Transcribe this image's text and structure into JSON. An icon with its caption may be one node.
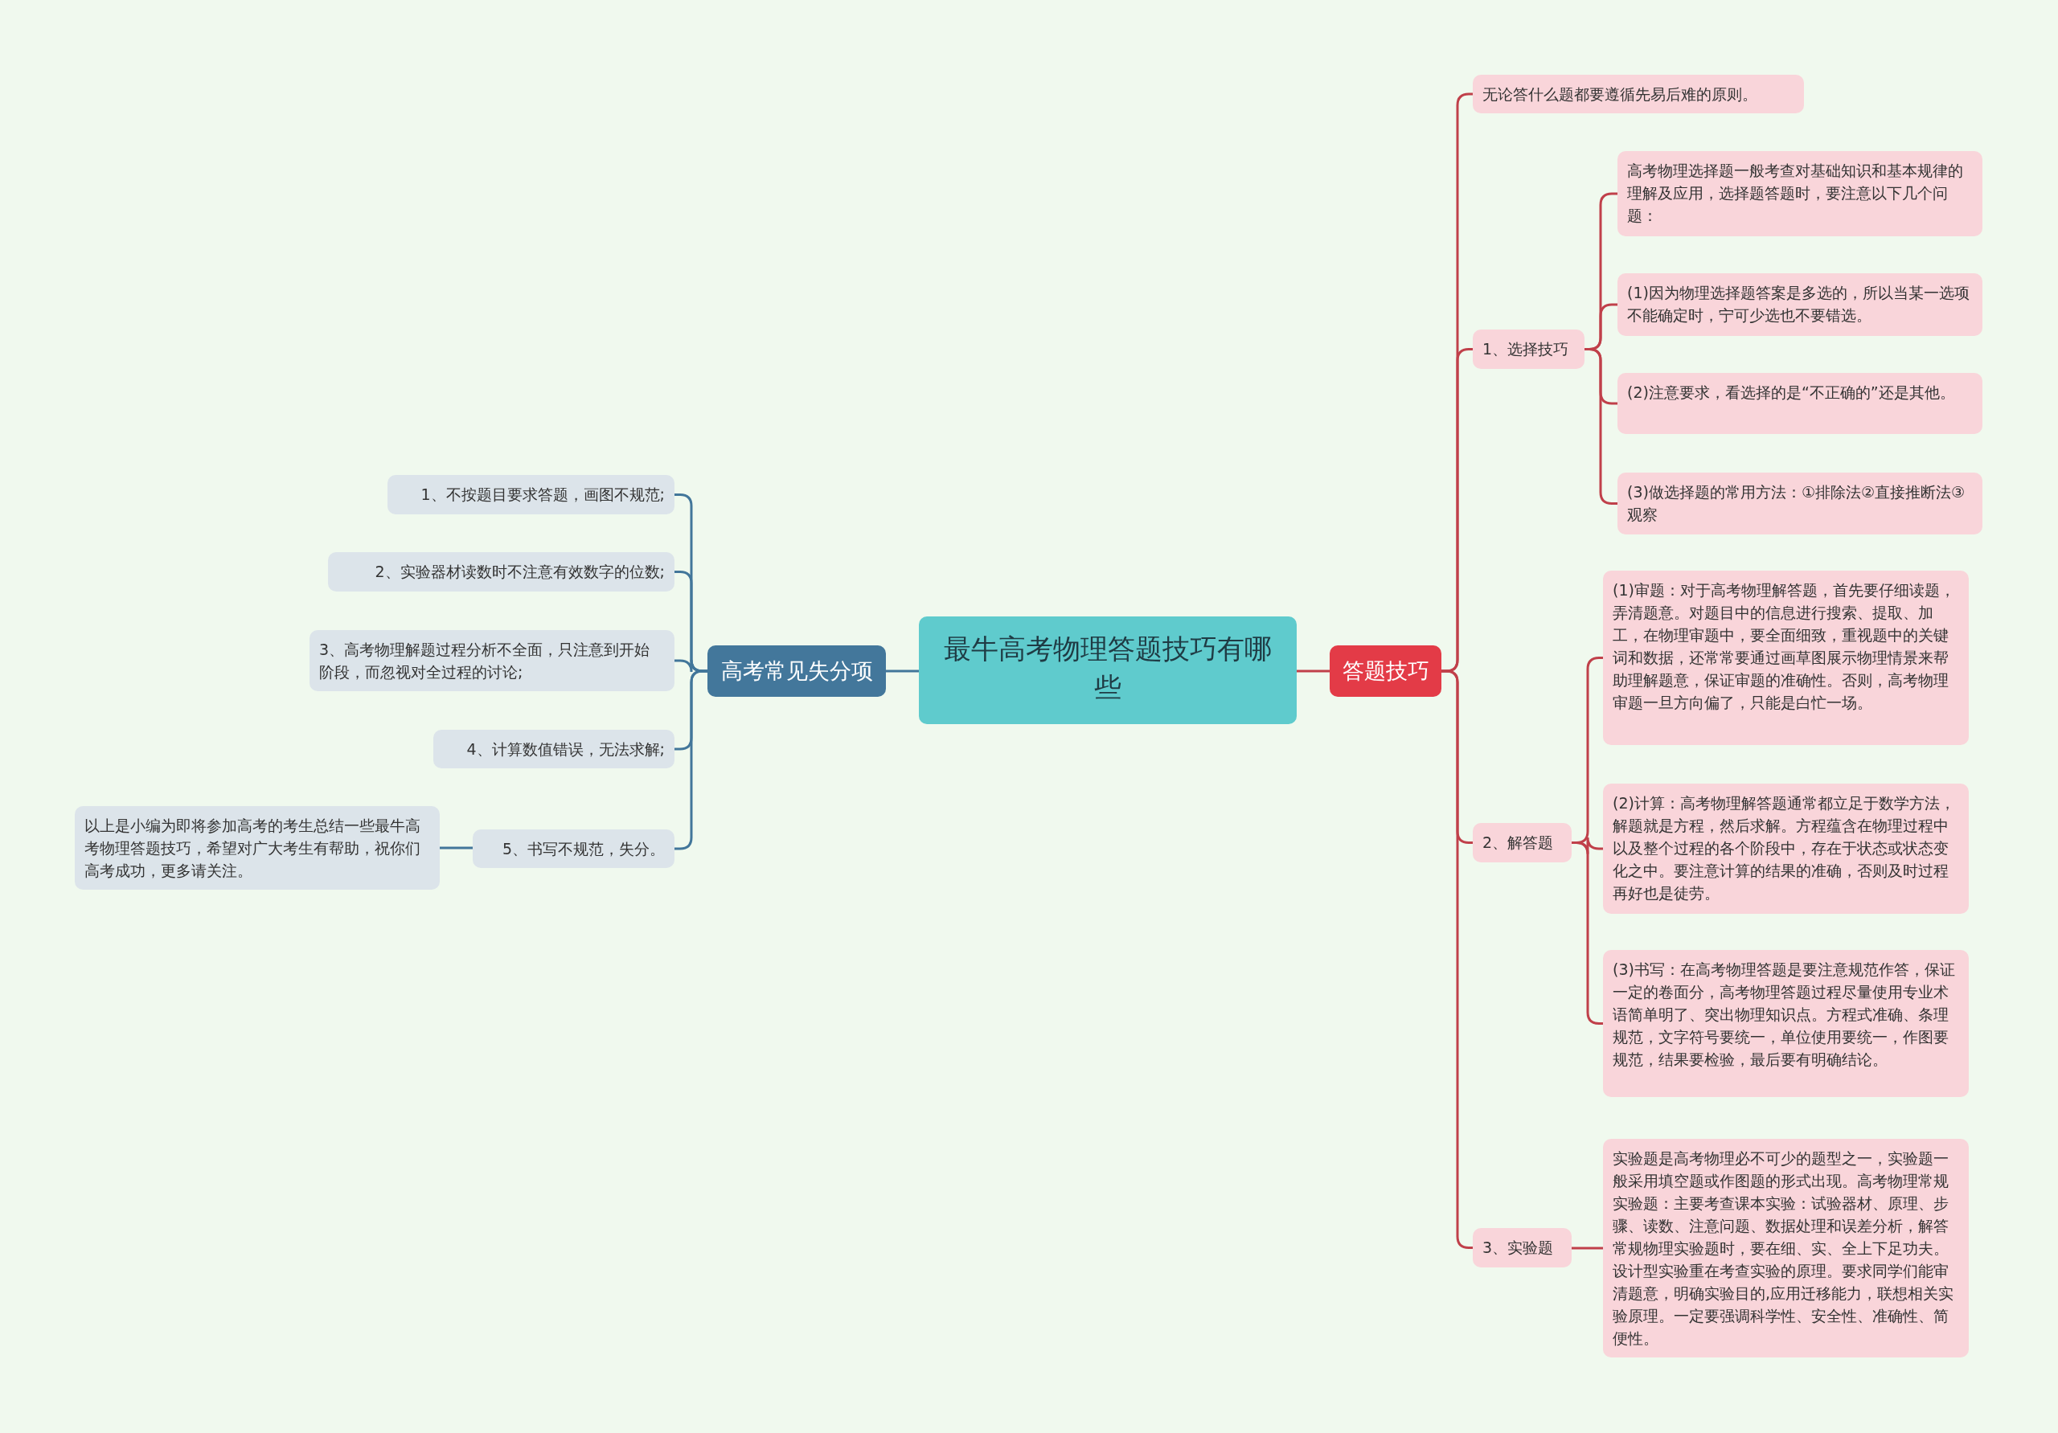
{
  "diagram": {
    "nodes": [
      {
        "text": [
          "最牛高考物理答题技巧有哪些"
        ]
      },
      {
        "text": [
          "答题技巧"
        ]
      },
      {
        "text": [
          "无论答什么题都要遵循先易后难的原则。"
        ]
      },
      {
        "text": [
          "1、选择技巧"
        ]
      },
      {
        "text": [
          "高考物理选择题一般考查对基础知识和基本规律的理解及应用，选择题答题时，要注意以下几个问题："
        ]
      },
      {
        "text": [
          "(1)因为物理选择题答案是多选的，所以当某一选项不能确定时，宁可少选也不要错选。"
        ]
      },
      {
        "text": [
          "(2)注意要求，看选择的是“不正确的”还是其他。"
        ]
      },
      {
        "text": [
          "(3)做选择题的常用方法：①排除法②直接推断法③观察"
        ]
      },
      {
        "text": [
          "2、解答题"
        ]
      },
      {
        "text": [
          "(1)审题：对于高考物理解答题，首先要仔细读题，弄清题意。对题目中的信息进行搜索、提取、加工，在物理审题中，要全面细致，重视题中的关键词和数据，还常常要通过画草图展示物理情景来帮助理解题意，保证审题的准确性。否则，高考物理审题一旦方向偏了，只能是白忙一场。"
        ]
      },
      {
        "text": [
          "(2)计算：高考物理解答题通常都立足于数学方法，解题就是方程，然后求解。方程蕴含在物理过程中以及整个过程的各个阶段中，存在于状态或状态变化之中。要注意计算的结果的准确，否则及时过程再好也是徒劳。"
        ]
      },
      {
        "text": [
          "(3)书写：在高考物理答题是要注意规范作答，保证一定的卷面分，高考物理答题过程尽量使用专业术语简单明了、突出物理知识点。方程式准确、条理规范，文字符号要统一，单位使用要统一，作图要规范，结果要检验，最后要有明确结论。"
        ]
      },
      {
        "text": [
          "3、实验题"
        ]
      },
      {
        "text": [
          "实验题是高考物理必不可少的题型之一，实验题一般采用填空题或作图题的形式出现。高考物理常规实验题：主要考查课本实验：试验器材、原理、步骤、读数、注意问题、数据处理和误差分析，解答常规物理实验题时，要在细、实、全上下足功夫。设计型实验重在考查实验的原理。要求同学们能审清题意，明确实验目的,应用迁移能力，联想相关实验原理。一定要强调科学性、安全性、准确性、简便性。"
        ]
      },
      {
        "text": [
          "高考常见失分项"
        ]
      },
      {
        "text": [
          "1、不按题目要求答题，画图不规范;"
        ]
      },
      {
        "text": [
          "2、实验器材读数时不注意有效数字的位数;"
        ]
      },
      {
        "text": [
          "3、高考物理解题过程分析不全面，只注意到开始阶段，而忽视对全过程的讨论;"
        ]
      },
      {
        "text": [
          "4、计算数值错误，无法求解;"
        ]
      },
      {
        "text": [
          "5、书写不规范，失分。"
        ]
      },
      {
        "text": [
          "以上是小编为即将参加高考的考生总结一些最牛高考物理答题技巧，希望对广大考生有帮助，祝你们高考成功，更多请关注。"
        ]
      }
    ],
    "edges": [
      {
        "from": 0,
        "to": 1,
        "arrow": "none"
      },
      {
        "from": 1,
        "to": 2,
        "arrow": "none"
      },
      {
        "from": 1,
        "to": 3,
        "arrow": "none"
      },
      {
        "from": 3,
        "to": 4,
        "arrow": "none"
      },
      {
        "from": 3,
        "to": 5,
        "arrow": "none"
      },
      {
        "from": 3,
        "to": 6,
        "arrow": "none"
      },
      {
        "from": 3,
        "to": 7,
        "arrow": "none"
      },
      {
        "from": 1,
        "to": 8,
        "arrow": "none"
      },
      {
        "from": 8,
        "to": 9,
        "arrow": "none"
      },
      {
        "from": 8,
        "to": 10,
        "arrow": "none"
      },
      {
        "from": 8,
        "to": 11,
        "arrow": "none"
      },
      {
        "from": 1,
        "to": 12,
        "arrow": "none"
      },
      {
        "from": 12,
        "to": 13,
        "arrow": "none"
      },
      {
        "from": 0,
        "to": 14,
        "arrow": "none",
        "color": "#42769a"
      },
      {
        "from": 14,
        "to": 15,
        "arrow": "none",
        "color": "#42769a"
      },
      {
        "from": 14,
        "to": 16,
        "arrow": "none",
        "color": "#42769a"
      },
      {
        "from": 14,
        "to": 17,
        "arrow": "none",
        "color": "#42769a"
      },
      {
        "from": 14,
        "to": 18,
        "arrow": "none",
        "color": "#42769a"
      },
      {
        "from": 14,
        "to": 19,
        "arrow": "none",
        "color": "#42769a"
      },
      {
        "from": 19,
        "to": 20,
        "arrow": "none",
        "color": "#42769a"
      }
    ]
  }
}
